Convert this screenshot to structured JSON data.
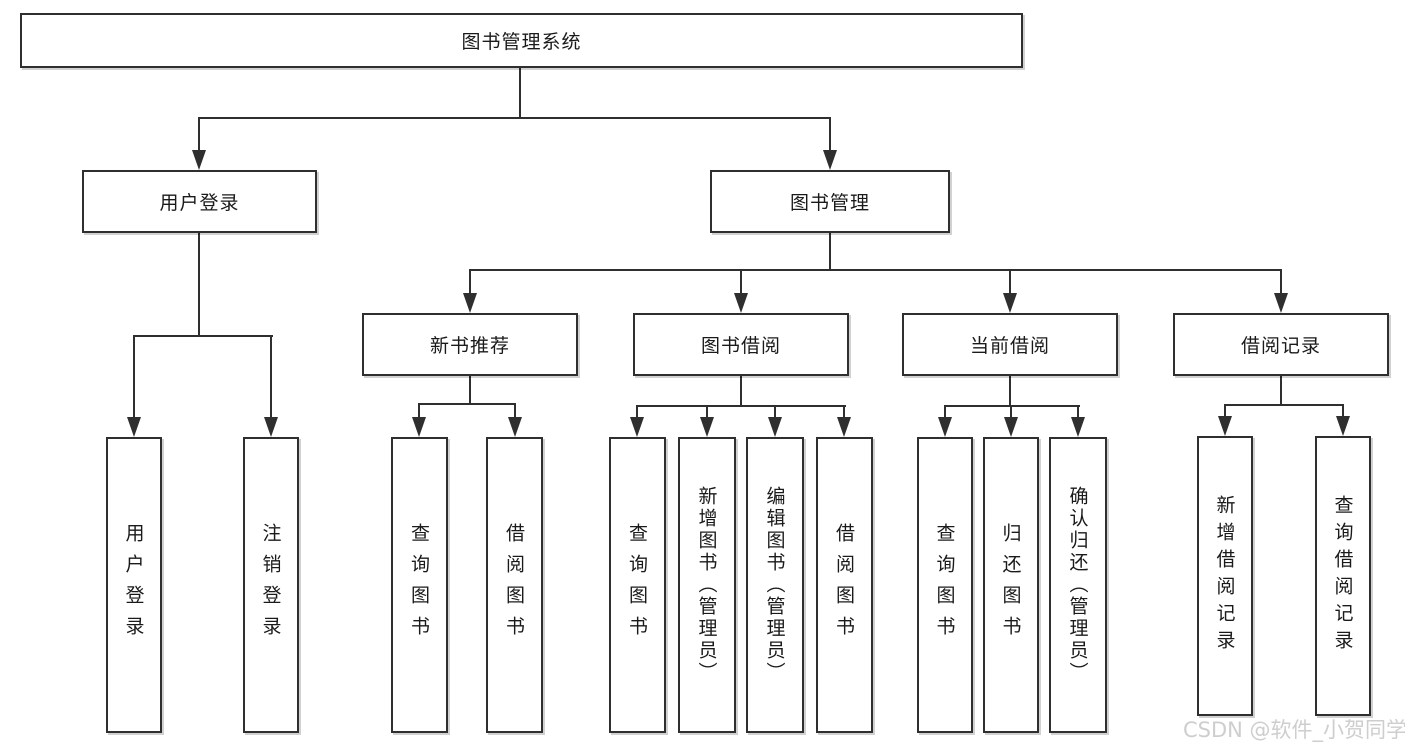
{
  "colors": {
    "background": "#ffffff",
    "line": "#2f2f2f",
    "box_border": "#2f2f2f",
    "text": "#1a1a1a",
    "watermark": "#cbcbcb"
  },
  "tree": {
    "root": {
      "label": "图书管理系统"
    },
    "branches": [
      {
        "label": "用户登录",
        "children": [
          {
            "label": "用户登录"
          },
          {
            "label": "注销登录"
          }
        ]
      },
      {
        "label": "图书管理",
        "children": [
          {
            "label": "新书推荐",
            "children": [
              {
                "label": "查询图书"
              },
              {
                "label": "借阅图书"
              }
            ]
          },
          {
            "label": "图书借阅",
            "children": [
              {
                "label": "查询图书"
              },
              {
                "label": "新增图书（管理员）"
              },
              {
                "label": "编辑图书（管理员）"
              },
              {
                "label": "借阅图书"
              }
            ]
          },
          {
            "label": "当前借阅",
            "children": [
              {
                "label": "查询图书"
              },
              {
                "label": "归还图书"
              },
              {
                "label": "确认归还（管理员）"
              }
            ]
          },
          {
            "label": "借阅记录",
            "children": [
              {
                "label": "新增借阅记录"
              },
              {
                "label": "查询借阅记录"
              }
            ]
          }
        ]
      }
    ]
  },
  "watermark": {
    "text": "CSDN @软件_小贺同学"
  }
}
